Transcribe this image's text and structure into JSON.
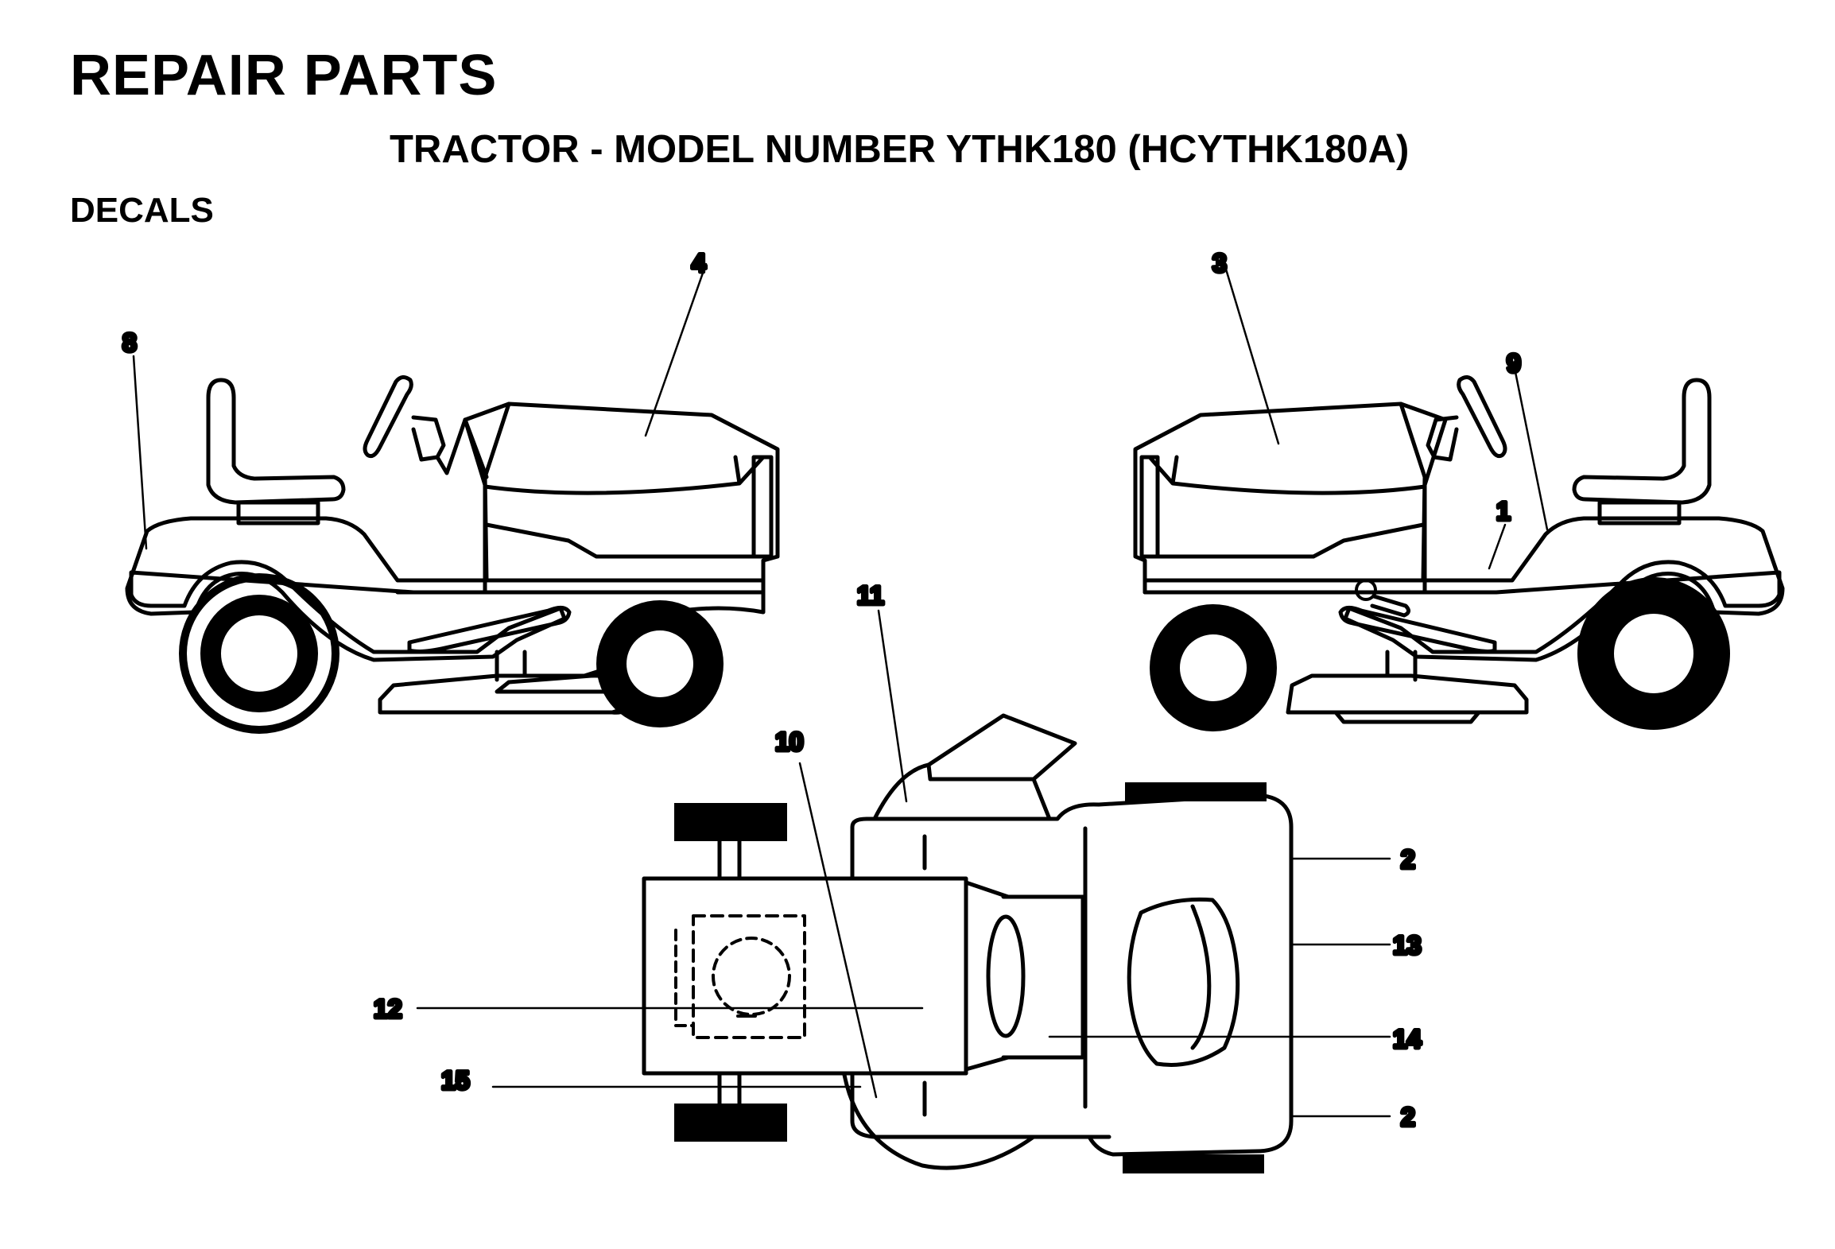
{
  "header": {
    "title": "REPAIR PARTS",
    "subtitle": "TRACTOR - MODEL NUMBER YTHK180 (HCYTHK180A)",
    "section": "DECALS"
  },
  "callouts": {
    "c1": "1",
    "c2a": "2",
    "c2b": "2",
    "c3": "3",
    "c4": "4",
    "c8": "8",
    "c9": "9",
    "c10": "10",
    "c11": "11",
    "c12": "12",
    "c13": "13",
    "c14": "14",
    "c15": "15"
  }
}
